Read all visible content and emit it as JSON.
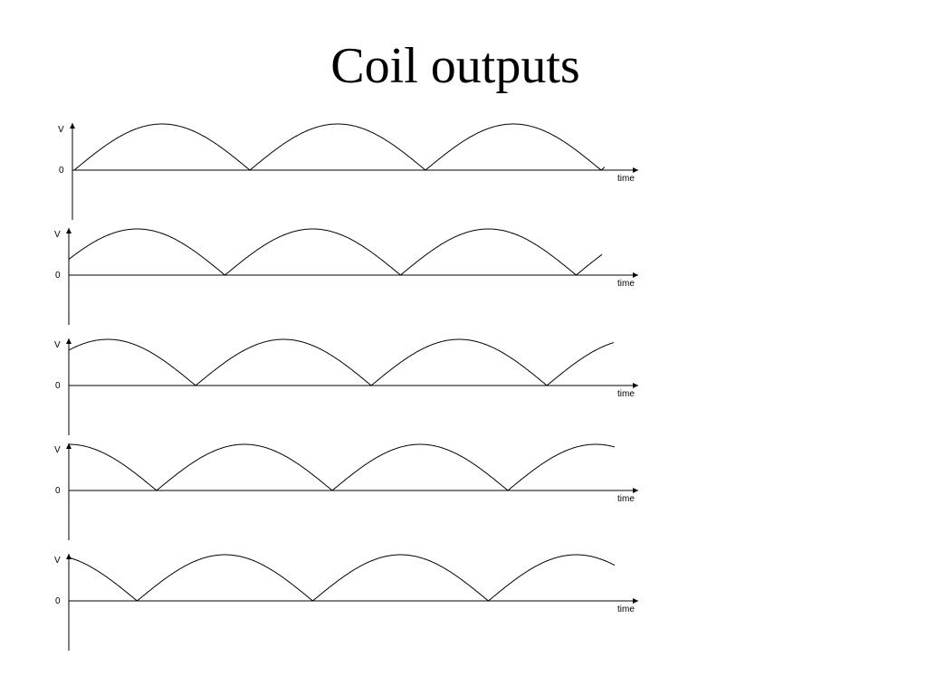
{
  "slide": {
    "title": "Coil outputs"
  },
  "chart_data": [
    {
      "type": "line",
      "ylabel": "V",
      "xlabel": "time",
      "yticks": [
        "0"
      ],
      "series": [
        {
          "values": "rectified sine |sin|, 3 humps, phase 0°",
          "phase_deg": 0,
          "cycles": 3
        }
      ]
    },
    {
      "type": "line",
      "ylabel": "V",
      "xlabel": "time",
      "yticks": [
        "0"
      ],
      "series": [
        {
          "values": "rectified sine |sin|, phase 20°",
          "phase_deg": 20,
          "cycles": 3
        }
      ]
    },
    {
      "type": "line",
      "ylabel": "V",
      "xlabel": "time",
      "yticks": [
        "0"
      ],
      "series": [
        {
          "values": "rectified sine |sin|, phase 50°",
          "phase_deg": 50,
          "cycles": 3
        }
      ]
    },
    {
      "type": "line",
      "ylabel": "V",
      "xlabel": "time",
      "yticks": [
        "0"
      ],
      "series": [
        {
          "values": "rectified sine |sin|, phase 90°",
          "phase_deg": 90,
          "cycles": 3
        }
      ]
    },
    {
      "type": "line",
      "ylabel": "V",
      "xlabel": "time",
      "yticks": [
        "0"
      ],
      "series": [
        {
          "values": "rectified sine |sin|, phase 110°",
          "phase_deg": 110,
          "cycles": 3
        }
      ]
    }
  ]
}
